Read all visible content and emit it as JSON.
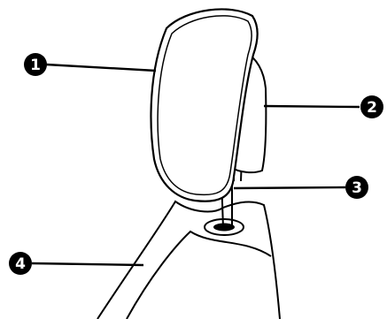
{
  "diagram": {
    "callouts": [
      {
        "number": "1"
      },
      {
        "number": "2"
      },
      {
        "number": "3"
      },
      {
        "number": "4"
      }
    ],
    "colors": {
      "ink": "#000000",
      "background": "#ffffff",
      "callout_text": "#ffffff"
    }
  }
}
